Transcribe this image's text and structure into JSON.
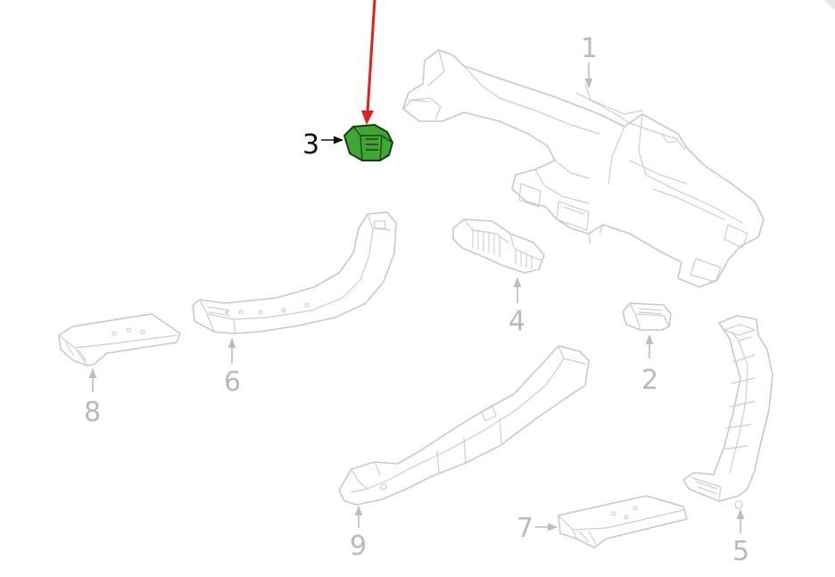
{
  "diagram": {
    "callouts": [
      {
        "label": "1"
      },
      {
        "label": "2"
      },
      {
        "label": "3",
        "highlighted": true
      },
      {
        "label": "4"
      },
      {
        "label": "5"
      },
      {
        "label": "6"
      },
      {
        "label": "7"
      },
      {
        "label": "8"
      },
      {
        "label": "9"
      }
    ],
    "colors": {
      "highlight_part": "#3fa535",
      "pointer_arrow": "#e0201e",
      "faded_part": "#c8c8c8",
      "active_label": "#111111"
    }
  }
}
